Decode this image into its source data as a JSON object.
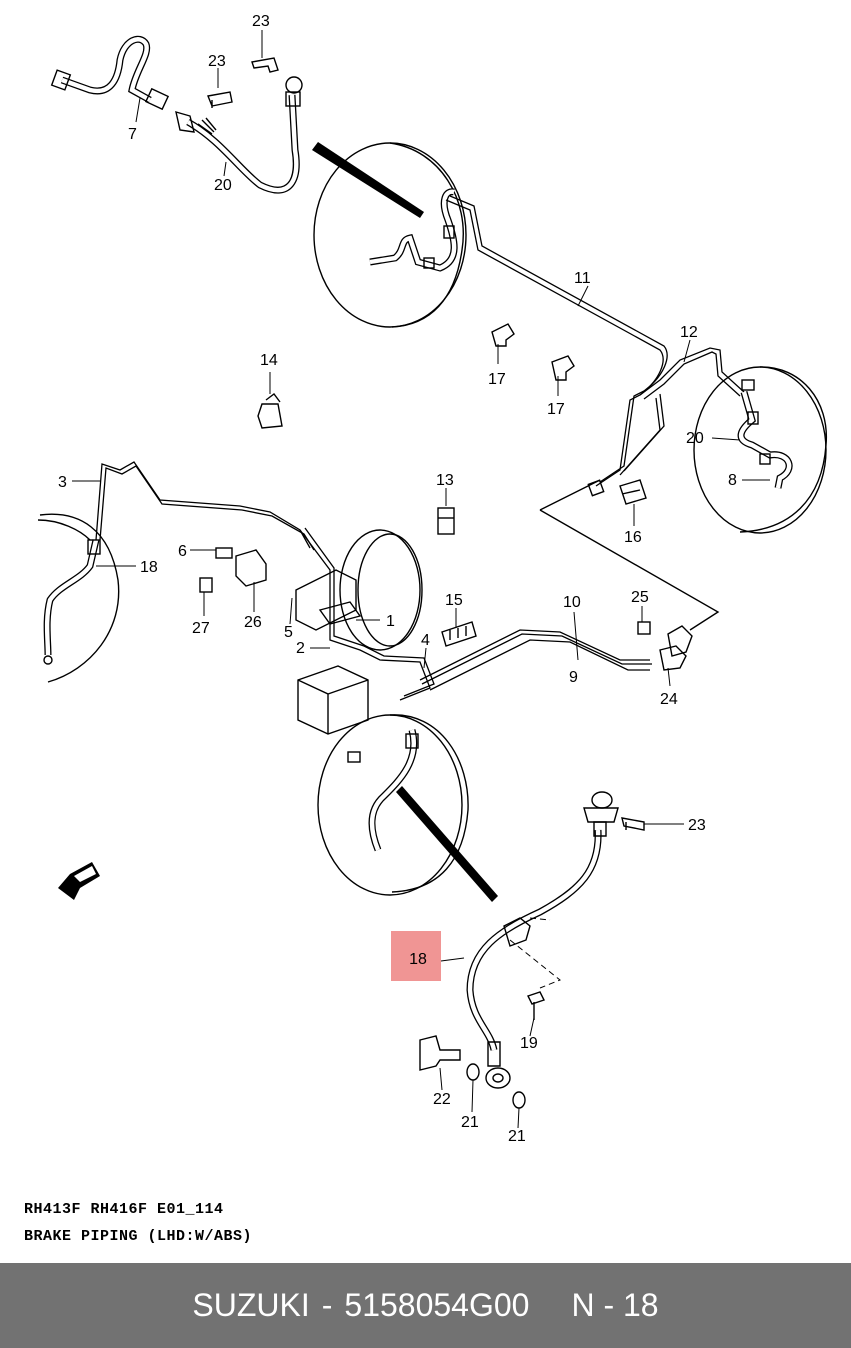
{
  "diagram": {
    "callouts": [
      {
        "id": "c23a",
        "label": "23"
      },
      {
        "id": "c23b",
        "label": "23"
      },
      {
        "id": "c7",
        "label": "7"
      },
      {
        "id": "c20a",
        "label": "20"
      },
      {
        "id": "c11",
        "label": "11"
      },
      {
        "id": "c12",
        "label": "12"
      },
      {
        "id": "c14",
        "label": "14"
      },
      {
        "id": "c17a",
        "label": "17"
      },
      {
        "id": "c17b",
        "label": "17"
      },
      {
        "id": "c20b",
        "label": "20"
      },
      {
        "id": "c8",
        "label": "8"
      },
      {
        "id": "c3",
        "label": "3"
      },
      {
        "id": "c13",
        "label": "13"
      },
      {
        "id": "c16",
        "label": "16"
      },
      {
        "id": "c6",
        "label": "6"
      },
      {
        "id": "c18a",
        "label": "18"
      },
      {
        "id": "c27",
        "label": "27"
      },
      {
        "id": "c26",
        "label": "26"
      },
      {
        "id": "c5",
        "label": "5"
      },
      {
        "id": "c1",
        "label": "1"
      },
      {
        "id": "c2",
        "label": "2"
      },
      {
        "id": "c15",
        "label": "15"
      },
      {
        "id": "c4",
        "label": "4"
      },
      {
        "id": "c10",
        "label": "10"
      },
      {
        "id": "c9",
        "label": "9"
      },
      {
        "id": "c25",
        "label": "25"
      },
      {
        "id": "c24",
        "label": "24"
      },
      {
        "id": "c23c",
        "label": "23"
      },
      {
        "id": "c19",
        "label": "19"
      },
      {
        "id": "c22",
        "label": "22"
      },
      {
        "id": "c21a",
        "label": "21"
      },
      {
        "id": "c21b",
        "label": "21"
      }
    ],
    "highlight_label": "18",
    "fwd_label": "FWD"
  },
  "caption": {
    "line1": "RH413F RH416F E01_114",
    "line2": "BRAKE PIPING (LHD:W/ABS)"
  },
  "footer": {
    "brand": "SUZUKI",
    "separator": "-",
    "part_number": "5158054G00",
    "ref": "N - 18",
    "background": "#727272"
  },
  "colors": {
    "highlight": "#ee8a88",
    "line": "#000000"
  }
}
